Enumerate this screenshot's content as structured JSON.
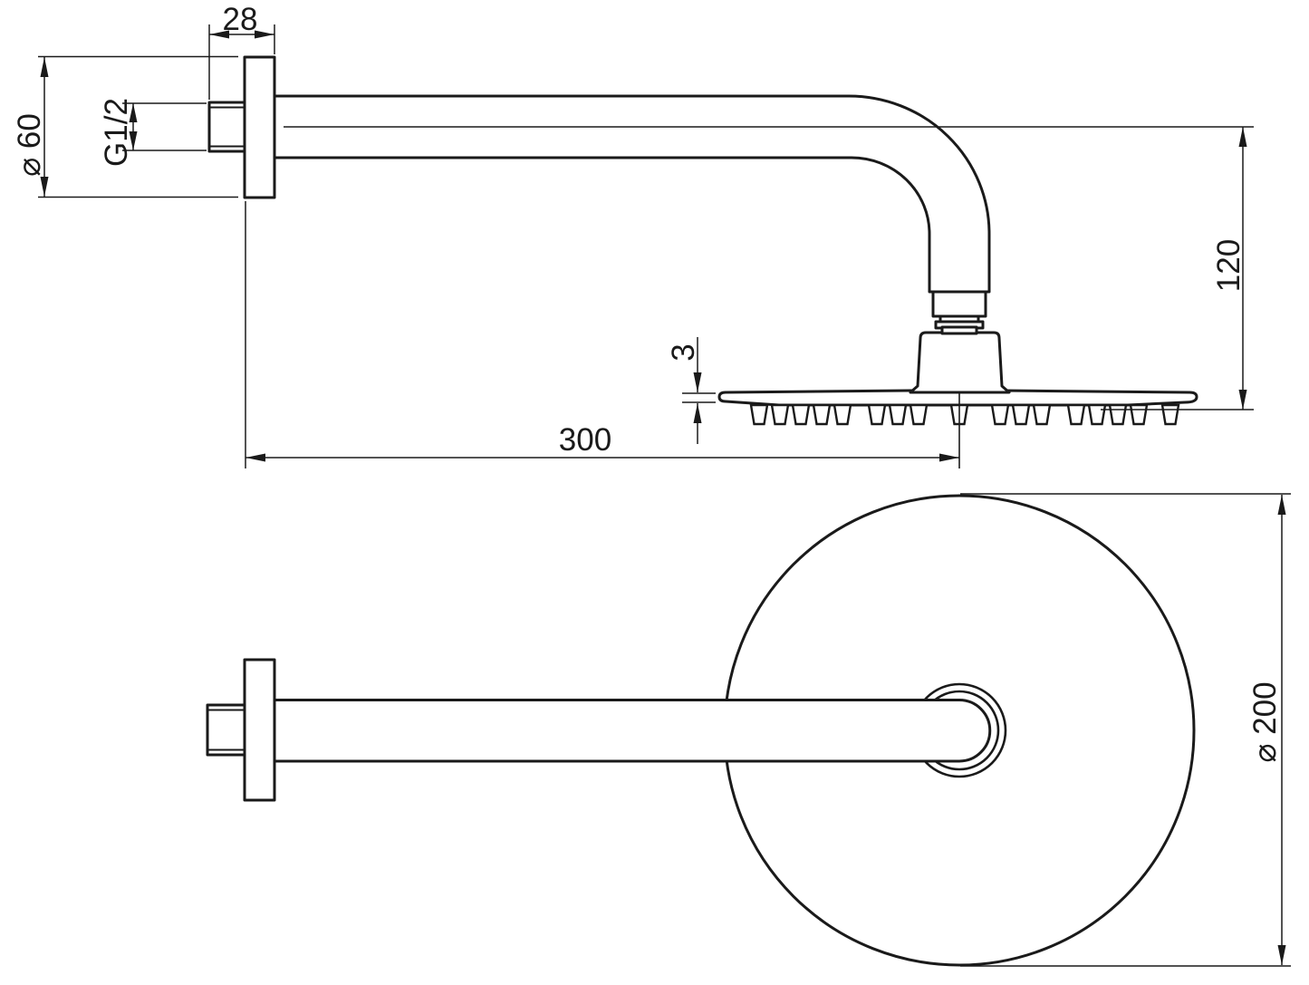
{
  "drawing": {
    "kind": "technical dimension drawing",
    "subject": "wall-mounted overhead shower arm with round rain shower head, side elevation and plan view",
    "colors": {
      "line": "#1a1a1a",
      "background": "#ffffff"
    },
    "dimensions": {
      "flange_depth": "28",
      "flange_diameter": "⌀ 60",
      "thread_size": "G1/2",
      "drop_height": "120",
      "head_edge_thickness": "3",
      "arm_projection": "300",
      "head_diameter": "⌀ 200"
    }
  }
}
